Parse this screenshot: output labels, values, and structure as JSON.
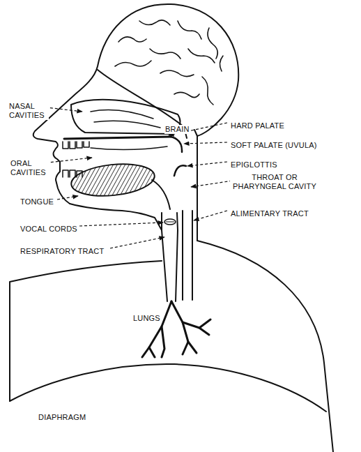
{
  "diagram": {
    "labels": [
      "BRAIN",
      "NASAL CAVITIES",
      "HARD PALATE",
      "SOFT PALATE (UVULA)",
      "ORAL CAVITIES",
      "EPIGLOTTIS",
      "THROAT OR PHARYNGEAL CAVITY",
      "TONGUE",
      "ALIMENTARY TRACT",
      "VOCAL CORDS",
      "RESPIRATORY TRACT",
      "LUNGS",
      "DIAPHRAGM"
    ]
  }
}
